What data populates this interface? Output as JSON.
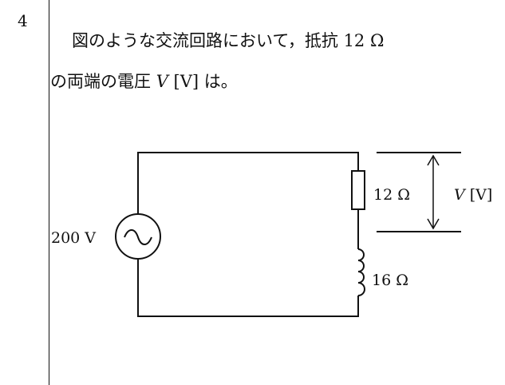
{
  "question": {
    "number": "4",
    "line1_text": "図のような交流回路において，抵抗 12 Ω",
    "line2_prefix": "の両端の電圧 ",
    "line2_var": "V",
    "line2_unit": " [V] ",
    "line2_suffix": "は。"
  },
  "circuit": {
    "source_label": "200 V",
    "source_symbol": "~",
    "resistor_label": "12 Ω",
    "inductor_label": "16 Ω",
    "voltage_var": "V",
    "voltage_unit": " [V]"
  }
}
